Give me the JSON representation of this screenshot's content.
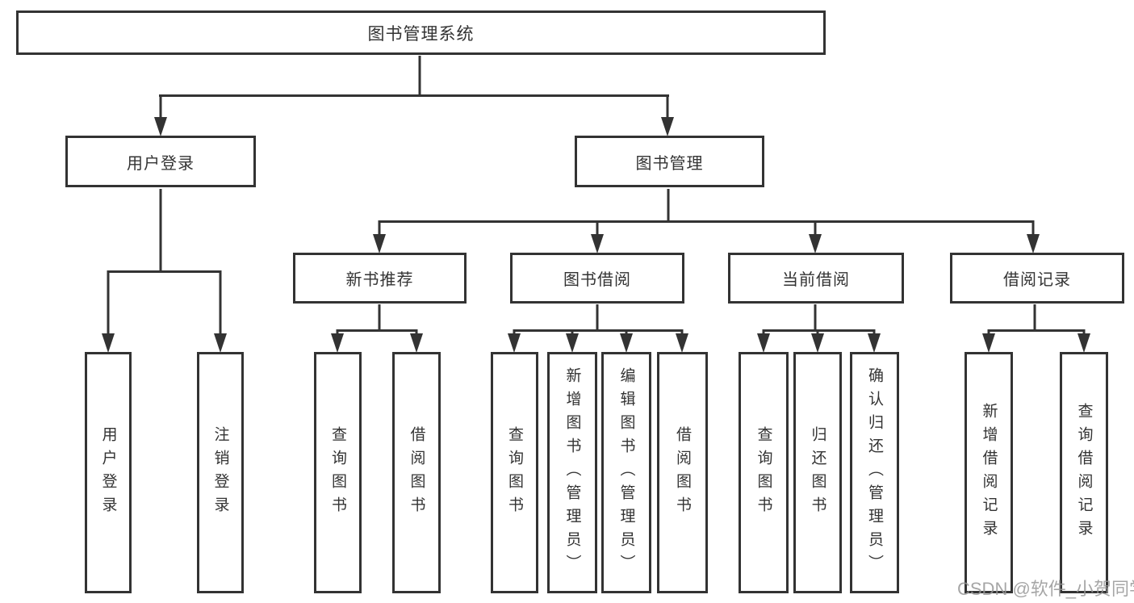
{
  "diagram": {
    "type": "hierarchy-tree",
    "colors": {
      "line": "#333333",
      "border": "#333333",
      "text": "#333333",
      "background": "#ffffff",
      "watermark": "#969696"
    },
    "root": {
      "label": "图书管理系统"
    },
    "level2": [
      {
        "label": "用户登录",
        "parent": "图书管理系统"
      },
      {
        "label": "图书管理",
        "parent": "图书管理系统"
      }
    ],
    "level3": [
      {
        "label": "新书推荐",
        "parent": "图书管理"
      },
      {
        "label": "图书借阅",
        "parent": "图书管理"
      },
      {
        "label": "当前借阅",
        "parent": "图书管理"
      },
      {
        "label": "借阅记录",
        "parent": "图书管理"
      }
    ],
    "leaves": [
      {
        "label": "用户登录",
        "parent": "用户登录"
      },
      {
        "label": "注销登录",
        "parent": "用户登录"
      },
      {
        "label": "查询图书",
        "parent": "新书推荐"
      },
      {
        "label": "借阅图书",
        "parent": "新书推荐"
      },
      {
        "label": "查询图书",
        "parent": "图书借阅"
      },
      {
        "label": "新增图书（管理员）",
        "parent": "图书借阅"
      },
      {
        "label": "编辑图书（管理员）",
        "parent": "图书借阅"
      },
      {
        "label": "借阅图书",
        "parent": "图书借阅"
      },
      {
        "label": "查询图书",
        "parent": "当前借阅"
      },
      {
        "label": "归还图书",
        "parent": "当前借阅"
      },
      {
        "label": "确认归还（管理员）",
        "parent": "当前借阅"
      },
      {
        "label": "新增借阅记录",
        "parent": "借阅记录"
      },
      {
        "label": "查询借阅记录",
        "parent": "借阅记录"
      }
    ],
    "watermark": "CSDN @软件_小贺同学"
  }
}
